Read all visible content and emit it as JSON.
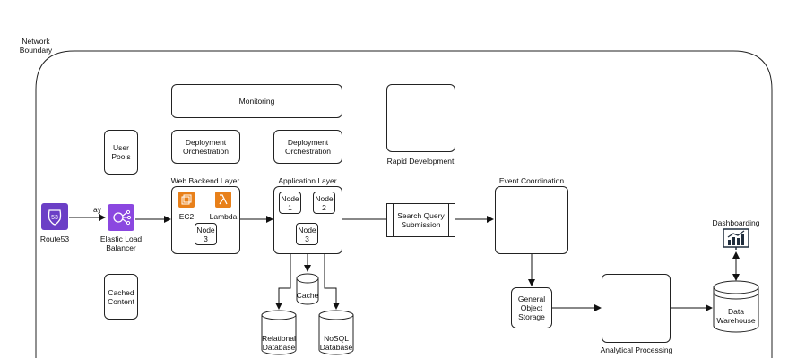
{
  "network_boundary": "Network\nBoundary",
  "monitoring": "Monitoring",
  "rapid_development": "Rapid Development",
  "user_pools": "User\nPools",
  "cached_content": "Cached\nContent",
  "deployment_left": "Deployment\nOrchestration",
  "deployment_right": "Deployment\nOrchestration",
  "web_backend_layer": "Web Backend Layer",
  "application_layer": "Application Layer",
  "event_coordination": "Event Coordination",
  "dashboarding": "Dashboarding",
  "route53": "Route53",
  "gateway_fragment": "ay",
  "elb": "Elastic Load\nBalancer",
  "ec2": "EC2",
  "lambda": "Lambda",
  "web_node3": "Node\n3",
  "app_node1": "Node\n1",
  "app_node2": "Node\n2",
  "app_node3": "Node\n3",
  "search_query": "Search Query\nSubmission",
  "cache": "Cache",
  "relational_db": "Relational\nDatabase",
  "nosql_db": "NoSQL\nDatabase",
  "general_storage": "General\nObject\nStorage",
  "analytical_processing": "Analytical Processing",
  "data_warehouse": "Data\nWarehouse",
  "colors": {
    "route53": "#6b3fc6",
    "elb": "#8b47e0",
    "ec2": "#e8801a",
    "lambda": "#e8801a",
    "dashboard_icon": "#1f2d3d"
  },
  "icons": [
    "route53-icon",
    "elb-icon",
    "ec2-icon",
    "lambda-icon",
    "dashboard-icon"
  ]
}
